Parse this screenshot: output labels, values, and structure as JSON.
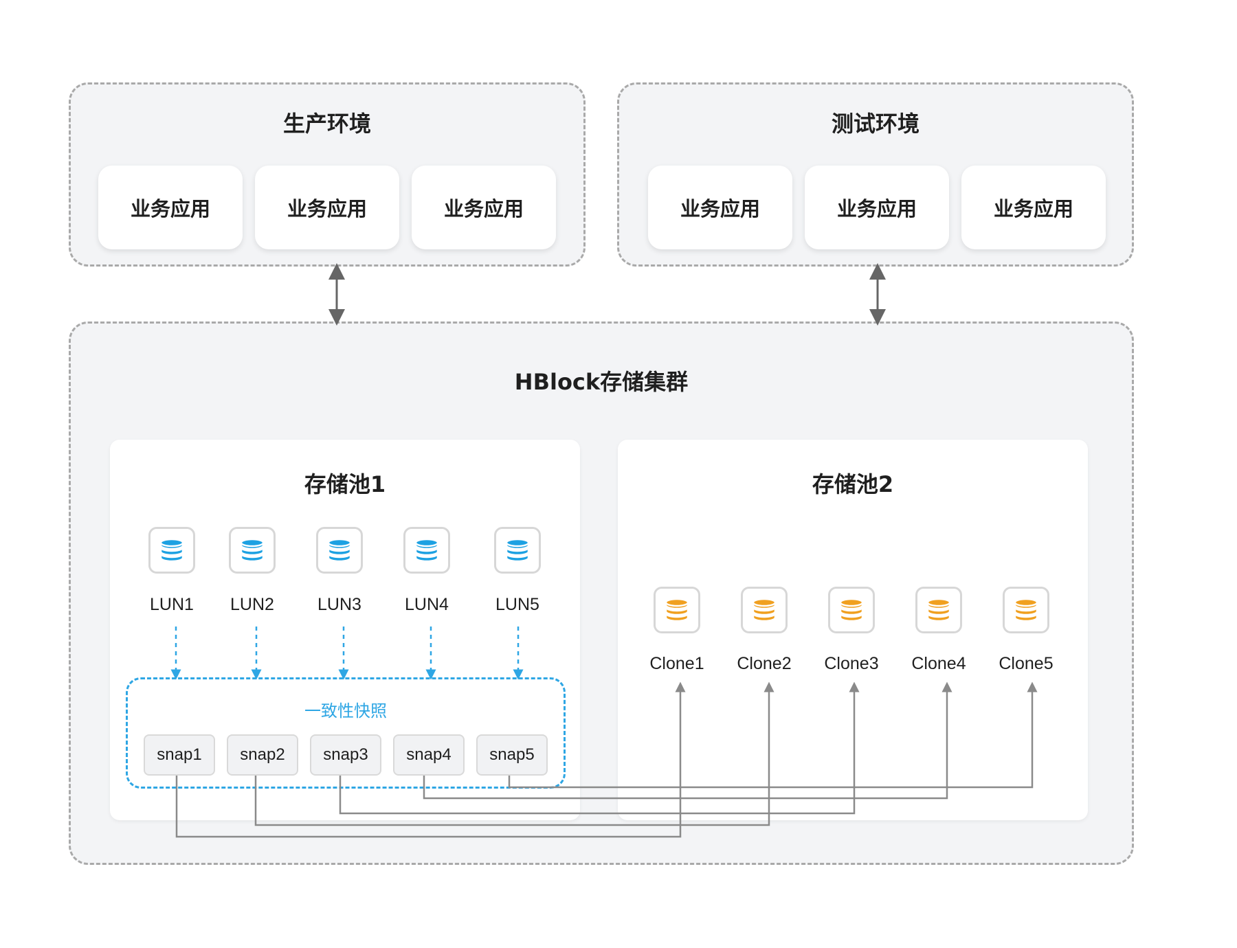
{
  "production_env": {
    "title": "生产环境",
    "apps": [
      "业务应用",
      "业务应用",
      "业务应用"
    ]
  },
  "test_env": {
    "title": "测试环境",
    "apps": [
      "业务应用",
      "业务应用",
      "业务应用"
    ]
  },
  "cluster": {
    "title": "HBlock存储集群",
    "pool1": {
      "title": "存储池1",
      "luns": [
        "LUN1",
        "LUN2",
        "LUN3",
        "LUN4",
        "LUN5"
      ],
      "snapshot_group": {
        "title": "一致性快照",
        "snaps": [
          "snap1",
          "snap2",
          "snap3",
          "snap4",
          "snap5"
        ]
      }
    },
    "pool2": {
      "title": "存储池2",
      "clones": [
        "Clone1",
        "Clone2",
        "Clone3",
        "Clone4",
        "Clone5"
      ]
    }
  },
  "colors": {
    "lun_icon": "#1da1e2",
    "clone_icon": "#f0a020",
    "snapshot_border": "#2ea6e4",
    "connector": "#8a8a8a",
    "env_arrow": "#666666"
  },
  "icons": {
    "lun": "database-icon",
    "clone": "database-icon"
  }
}
